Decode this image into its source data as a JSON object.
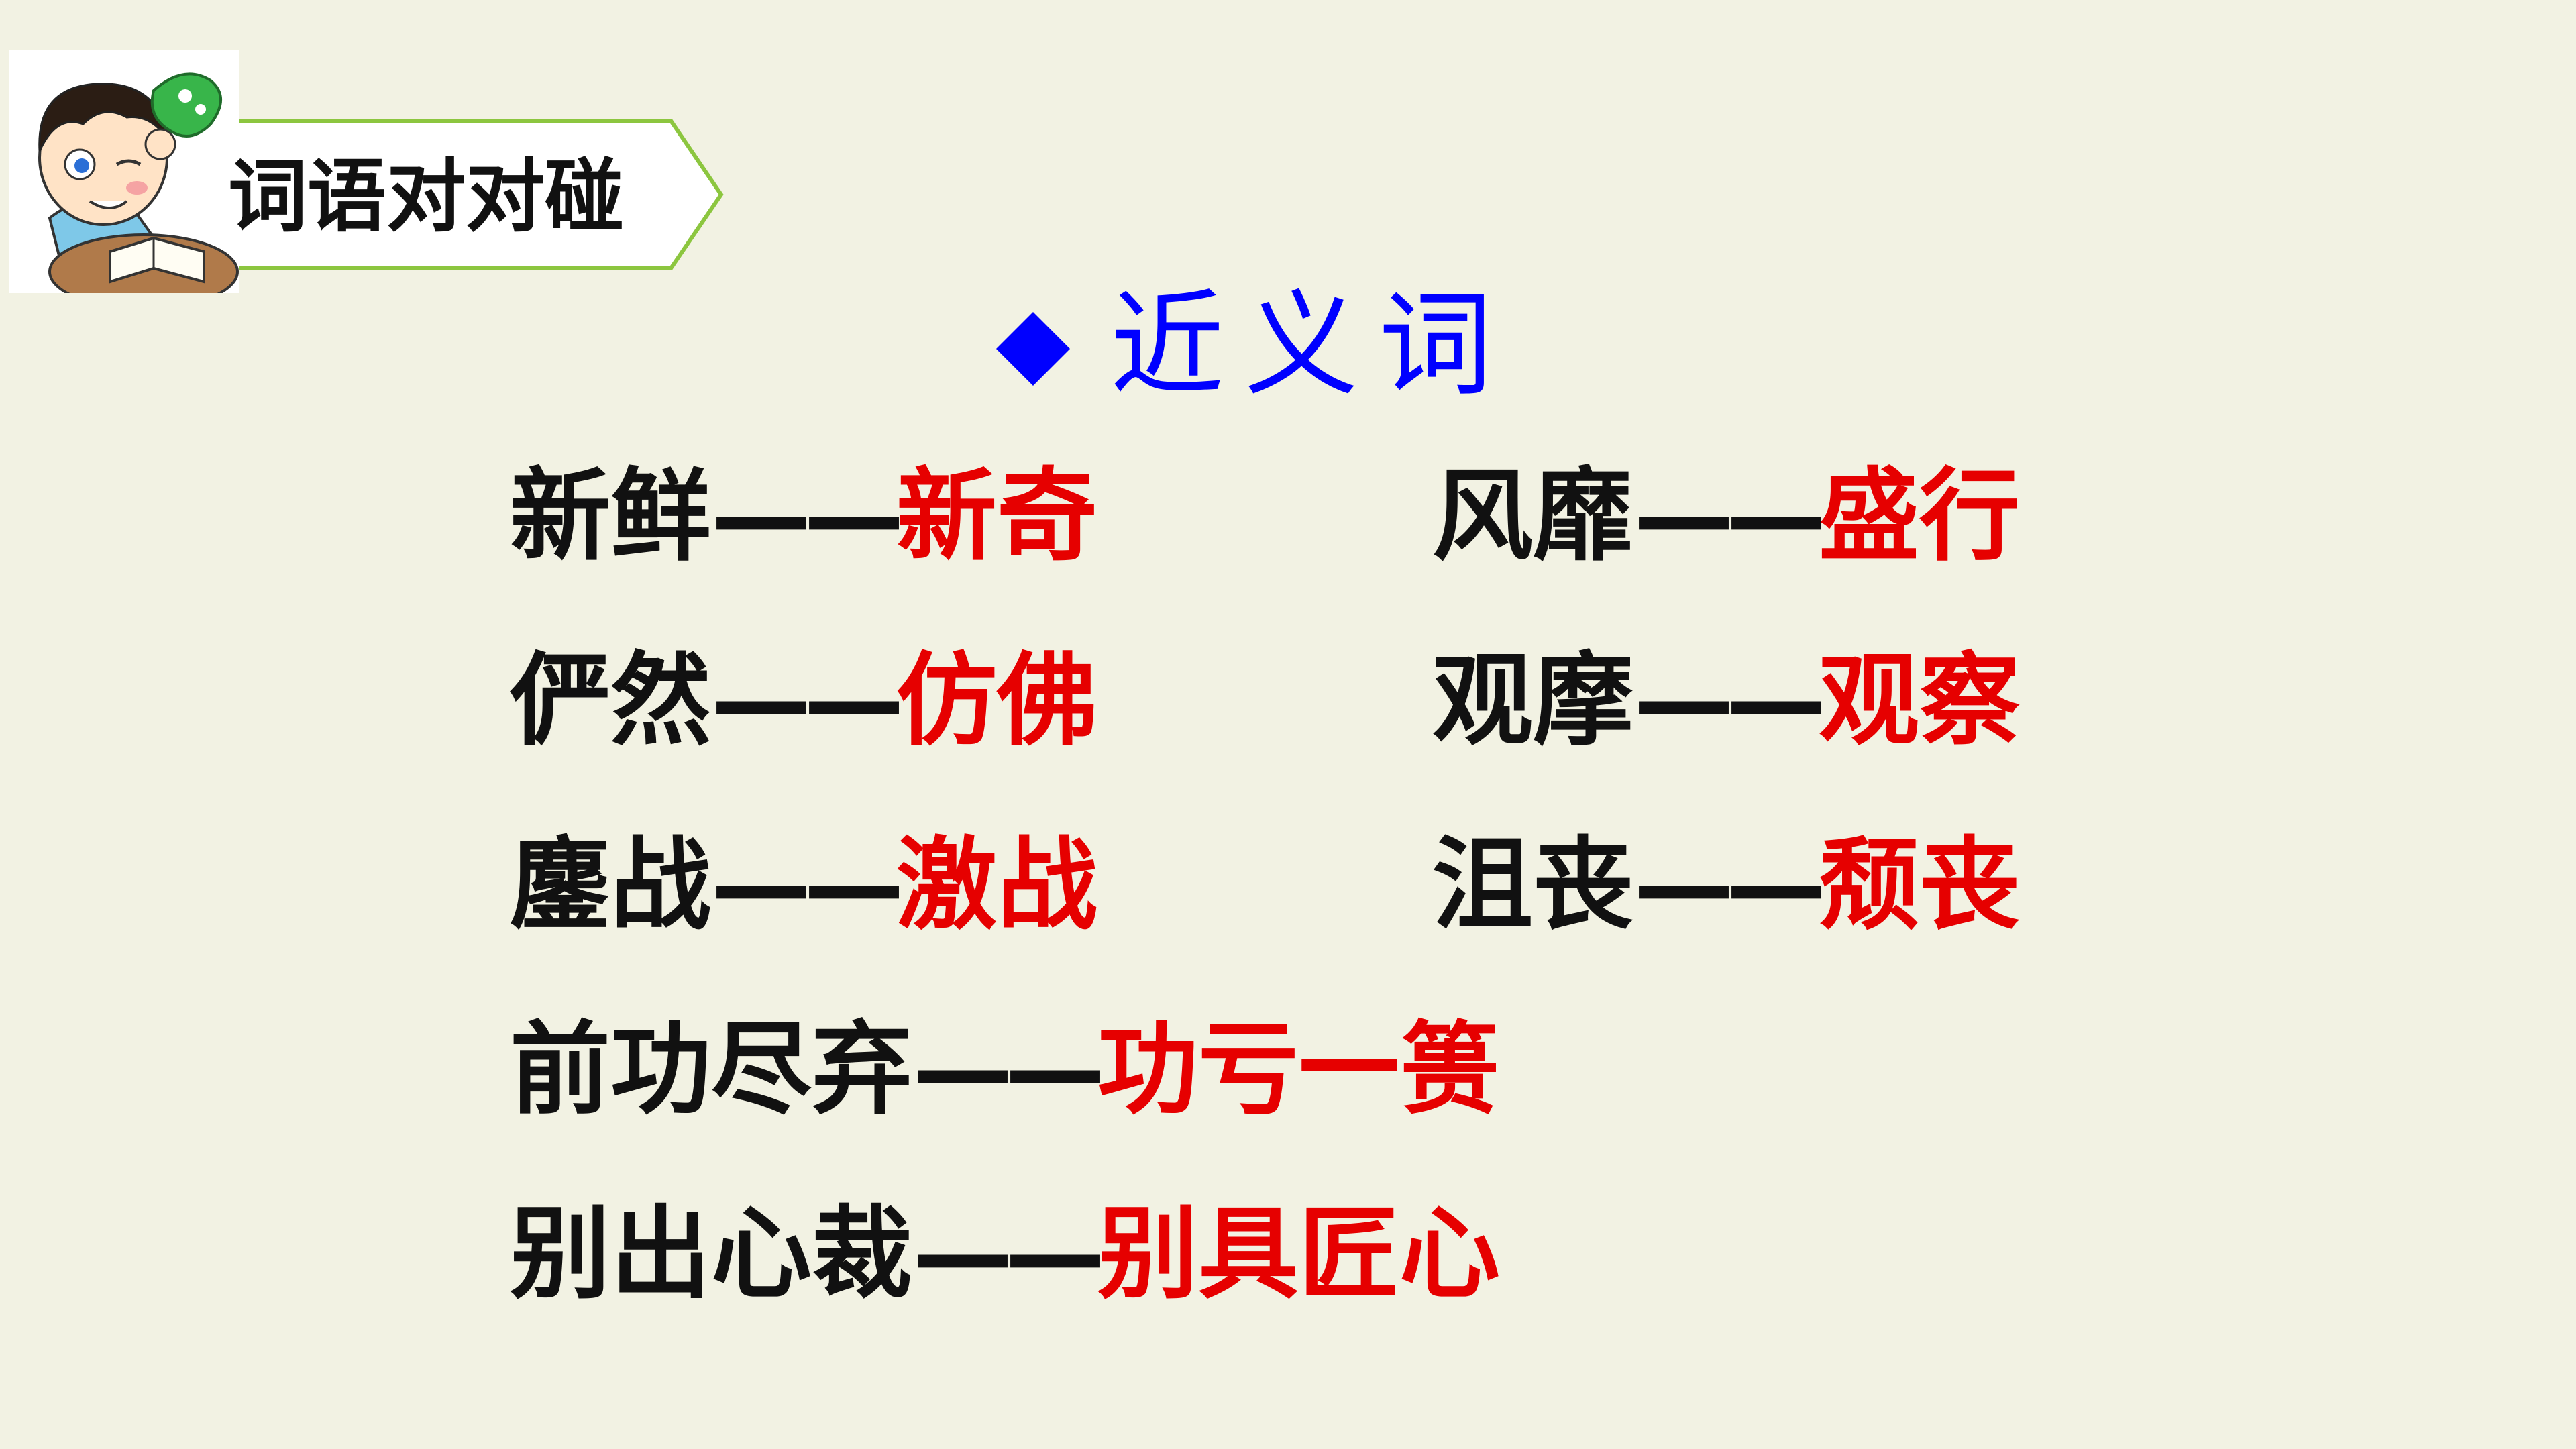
{
  "header": {
    "title": "词语对对碰"
  },
  "section": {
    "title": "近义词"
  },
  "separator": "——",
  "pairs": [
    {
      "word": "新鲜",
      "synonym": "新奇"
    },
    {
      "word": "风靡",
      "synonym": "盛行"
    },
    {
      "word": "俨然",
      "synonym": "仿佛"
    },
    {
      "word": "观摩",
      "synonym": "观察"
    },
    {
      "word": "鏖战",
      "synonym": "激战"
    },
    {
      "word": "沮丧",
      "synonym": "颓丧"
    },
    {
      "word": "前功尽弃",
      "synonym": "功亏一篑"
    },
    {
      "word": "别出心裁",
      "synonym": "别具匠心"
    }
  ],
  "colors": {
    "background": "#f2f2e3",
    "heading": "#0000ff",
    "word": "#111111",
    "synonym": "#e60000",
    "badge_border": "#8cc63f"
  },
  "icons": {
    "avatar": "cartoon-boy-with-book",
    "bullet": "diamond-bullet"
  }
}
